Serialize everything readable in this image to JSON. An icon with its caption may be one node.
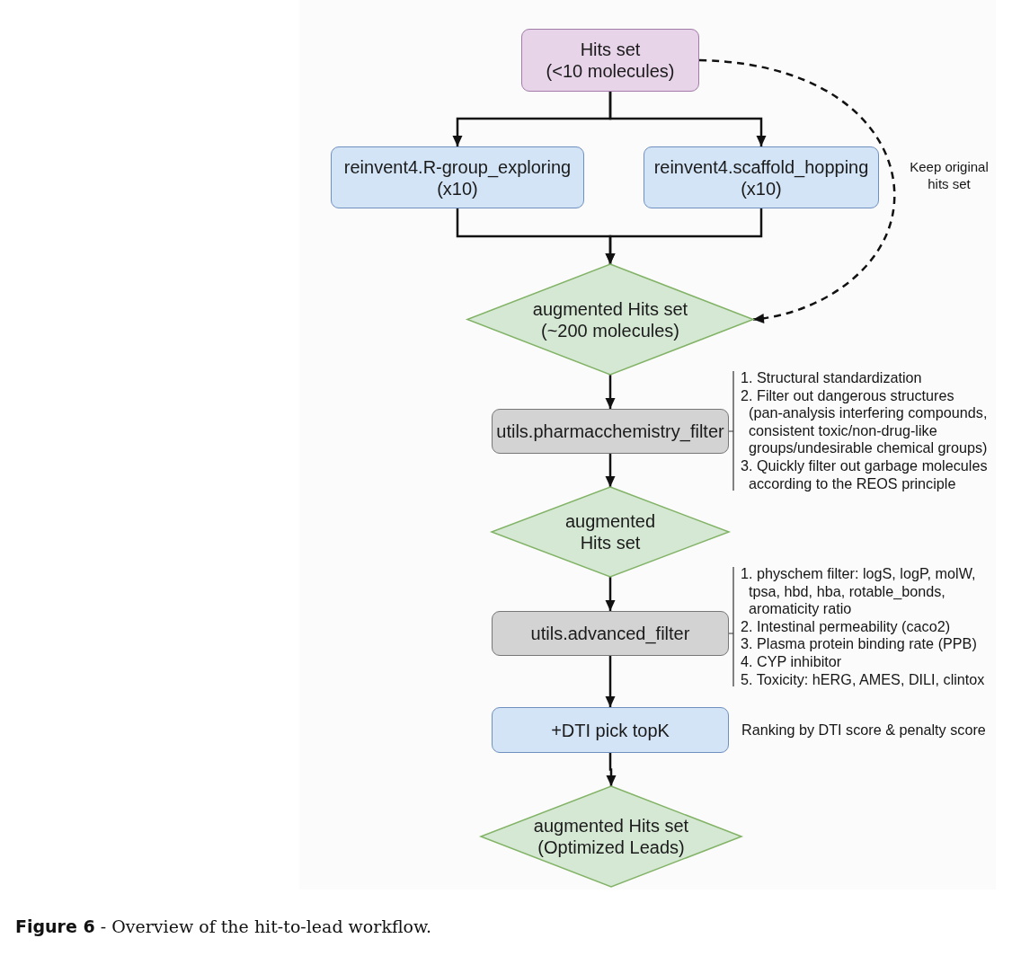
{
  "diagram": {
    "caption": "**Figure 6** - Overview of the hit-to-lead workflow.",
    "nodes": [
      {
        "text": [
          "Hits set",
          "(<10 molecules)"
        ]
      },
      {
        "text": [
          "reinvent4.R-group_exploring",
          "(x10)"
        ]
      },
      {
        "text": [
          "reinvent4.scaffold_hopping",
          "(x10)"
        ]
      },
      {
        "text": [
          "augmented Hits set",
          "(~200 molecules)"
        ]
      },
      {
        "text": [
          "utils.pharmacchemistry_filter"
        ],
        "beside": [
          "1. Structural standardization",
          "2. Filter out dangerous structures (pan-analysis interfering compounds, consistent toxic/non-drug-like groups/undesirable chemical groups)",
          "3. Quickly filter out garbage molecules according to the REOS principle"
        ]
      },
      {
        "text": [
          "augmented Hits set"
        ]
      },
      {
        "text": [
          "utils.advanced_filter"
        ],
        "beside": [
          "1. physchem filter: logS, logP, molW, tpsa, hbd, hba, rotable_bonds, aromaticity ratio",
          "2. Intestinal permeability (caco2)",
          "3. Plasma protein binding rate (PPB)",
          "4. CYP inhibitor",
          "5. Toxicity: hERG, AMES, DILI, clintox"
        ]
      },
      {
        "text": [
          "+DTI pick topK"
        ],
        "beside": [
          "Ranking by DTI score & penalty score"
        ]
      },
      {
        "text": [
          "augmented Hits set",
          "(Optimized Leads)"
        ]
      }
    ],
    "edges": [
      {
        "from": 0,
        "to": 1,
        "arrow": "to"
      },
      {
        "from": 0,
        "to": 2,
        "arrow": "to"
      },
      {
        "from": 1,
        "to": 3,
        "arrow": "to"
      },
      {
        "from": 2,
        "to": 3,
        "arrow": "to"
      },
      {
        "from": 0,
        "to": 3,
        "arrow": "to",
        "style": "dashed",
        "label": "Keep original hits set"
      },
      {
        "from": 3,
        "to": 4,
        "arrow": "to"
      },
      {
        "from": 4,
        "to": 5,
        "arrow": "to"
      },
      {
        "from": 5,
        "to": 6,
        "arrow": "to"
      },
      {
        "from": 6,
        "to": 7,
        "arrow": "to"
      },
      {
        "from": 7,
        "to": 8,
        "arrow": "to"
      }
    ]
  }
}
